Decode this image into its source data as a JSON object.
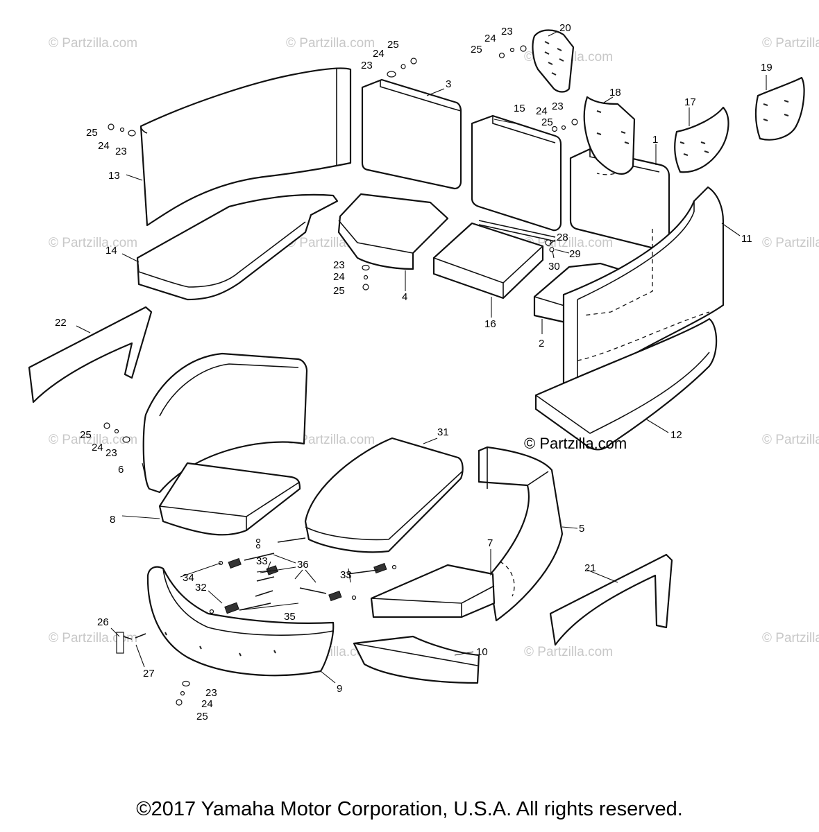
{
  "watermark": "© Partzilla.com",
  "brand_label": "© Partzilla.com",
  "copyright": "©2017 Yamaha Motor Corporation, U.S.A. All rights reserved.",
  "labels": {
    "p1": "1",
    "p2": "2",
    "p3": "3",
    "p4": "4",
    "p5": "5",
    "p6": "6",
    "p7": "7",
    "p8": "8",
    "p9": "9",
    "p10": "10",
    "p11": "11",
    "p12": "12",
    "p13": "13",
    "p14": "14",
    "p15": "15",
    "p16": "16",
    "p17": "17",
    "p18": "18",
    "p19": "19",
    "p20": "20",
    "p21": "21",
    "p22": "22",
    "p26": "26",
    "p27": "27",
    "p28": "28",
    "p29": "29",
    "p30": "30",
    "p31": "31",
    "p32": "32",
    "p33a": "33",
    "p33b": "33",
    "p34": "34",
    "p35": "35",
    "p36": "36"
  },
  "hardware_labels": {
    "n23": "23",
    "n24": "24",
    "n25": "25"
  }
}
